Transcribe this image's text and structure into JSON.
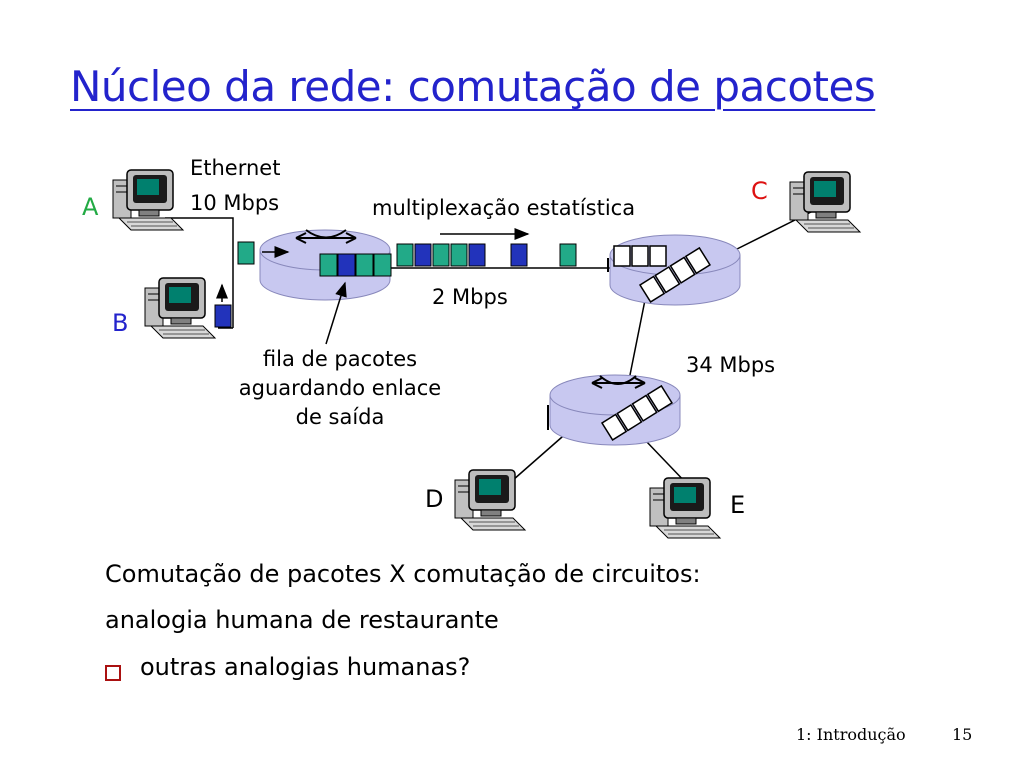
{
  "slide": {
    "title": "Núcleo da rede: comutação de pacotes",
    "hosts": {
      "a": "A",
      "b": "B",
      "c": "C",
      "d": "D",
      "e": "E"
    },
    "labels": {
      "ethernet_line1": "Ethernet",
      "ethernet_line2": "10 Mbps",
      "multiplexing": "multiplexação estatística",
      "link_2mbps": "2 Mbps",
      "link_34mbps": "34 Mbps",
      "queue_line1": "fila de pacotes",
      "queue_line2": "aguardando enlace",
      "queue_line3": "de saída"
    },
    "body": {
      "line1": "Comutação de pacotes X comutação de circuitos:",
      "line2": "analogia humana de restaurante",
      "bullet1": "outras analogias humanas?"
    },
    "footer": {
      "section": "1: Introdução",
      "page": "15"
    }
  },
  "colors": {
    "title": "#2323cc",
    "host_label_red": "#dd1111",
    "host_label_blue": "#2323cc",
    "router_fill": "#c8c8f0",
    "packet_green": "#22aa88",
    "packet_blue": "#2233bb",
    "bullet": "#aa1111"
  }
}
